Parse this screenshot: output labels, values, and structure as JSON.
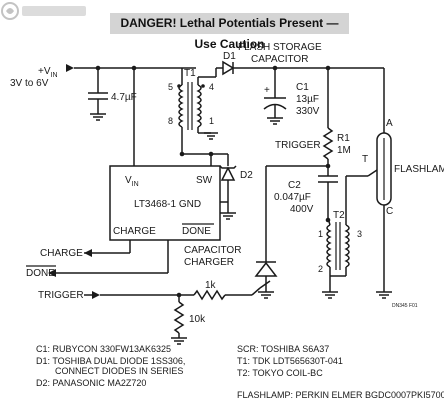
{
  "banner": "DANGER! Lethal Potentials Present — Use Caution",
  "input": {
    "label": "+V",
    "subscript": "IN",
    "range": "3V to 6V"
  },
  "cin": "4.7µF",
  "t1": {
    "name": "T1",
    "pin5": "5",
    "pin8": "8",
    "pin4": "4",
    "pin1": "1"
  },
  "d1": "D1",
  "flash_storage": {
    "line1": "FLASH STORAGE",
    "line2": "CAPACITOR"
  },
  "c1": {
    "name": "C1",
    "value": "13µF",
    "voltage": "330V"
  },
  "trigger_label": "TRIGGER",
  "r1": {
    "name": "R1",
    "value": "1M"
  },
  "c2": {
    "name": "C2",
    "value": "0.047µF",
    "voltage": "400V"
  },
  "t2": {
    "name": "T2",
    "pin1": "1",
    "pin2": "2",
    "pin3": "3"
  },
  "flashlamp": {
    "name": "FLASHLAMP",
    "pinA": "A",
    "pinT": "T",
    "pinC": "C"
  },
  "d2": "D2",
  "ic": {
    "vin": "V",
    "vin_sub": "IN",
    "sw": "SW",
    "part_gnd": "LT3468-1 GND",
    "charge": "CHARGE",
    "done": "DONE"
  },
  "cap_charger": {
    "line1": "CAPACITOR",
    "line2": "CHARGER"
  },
  "signals": {
    "charge": "CHARGE",
    "done": "DONE",
    "trigger": "TRIGGER"
  },
  "r_1k": "1k",
  "r_10k": "10k",
  "figure_id": "DN345 F01",
  "legend": {
    "c1": "C1:  RUBYCON 330FW13AK6325",
    "d1a": "D1:  TOSHIBA DUAL DIODE 1SS306,",
    "d1b": "CONNECT DIODES IN SERIES",
    "d2": "D2:  PANASONIC MA2Z720",
    "scr": "SCR: TOSHIBA S6A37",
    "t1": "T1:  TDK LDT565630T-041",
    "t2": "T2:  TOKYO COIL-BC",
    "flashlamp": "FLASHLAMP: PERKIN ELMER BGDC0007PKI5700"
  }
}
